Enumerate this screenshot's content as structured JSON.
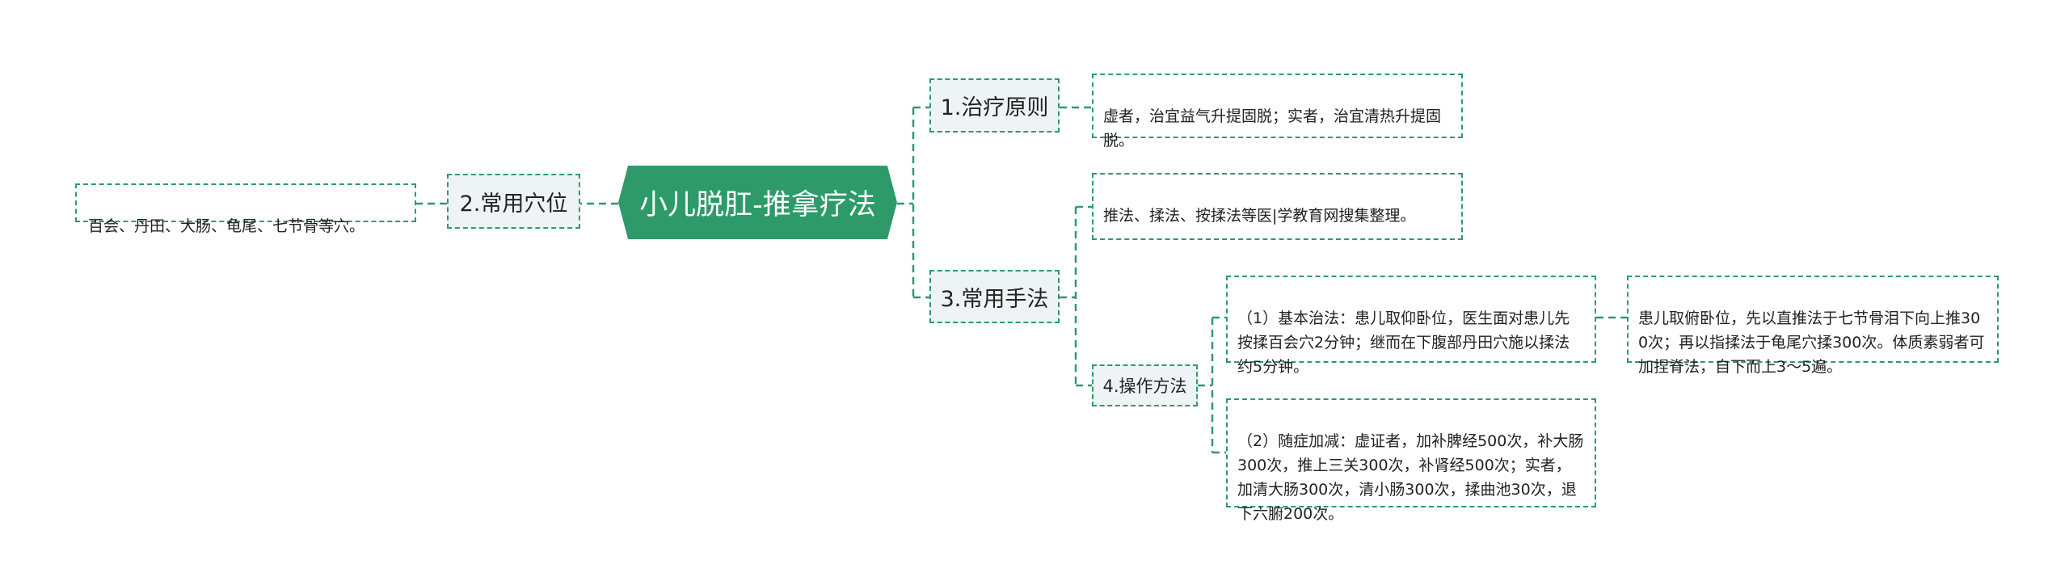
{
  "root": {
    "label": "小儿脱肛-推拿疗法"
  },
  "branches": {
    "principle": {
      "label": "1.治疗原则",
      "text": " 虚者，治宜益气升提固脱；实者，治宜清热升提固脱。"
    },
    "acupoints": {
      "label": "2.常用穴位",
      "text": "百会、丹田、大肠、龟尾、七节骨等穴。"
    },
    "methods": {
      "label": "3.常用手法",
      "text": " 推法、揉法、按揉法等医|学教育网搜集整理。"
    },
    "operation": {
      "label": "4.操作方法",
      "basic": "（1）基本治法：患儿取仰卧位，医生面对患儿先按揉百会穴2分钟；继而在下腹部丹田穴施以揉法约5分钟。",
      "basic_detail": "患儿取俯卧位，先以直推法于七节骨泪下向上推300次；再以指揉法于龟尾穴揉300次。体质素弱者可加捏脊法，自下而上3～5遍。",
      "adjust": "（2）随症加减：虚证者，加补脾经500次，补大肠300次，推上三关300次，补肾经500次；实者，加清大肠300次，清小肠300次，揉曲池30次，退下六腑200次。"
    }
  },
  "colors": {
    "accent": "#2e9a6a",
    "branch_bg": "#eef4f6"
  }
}
